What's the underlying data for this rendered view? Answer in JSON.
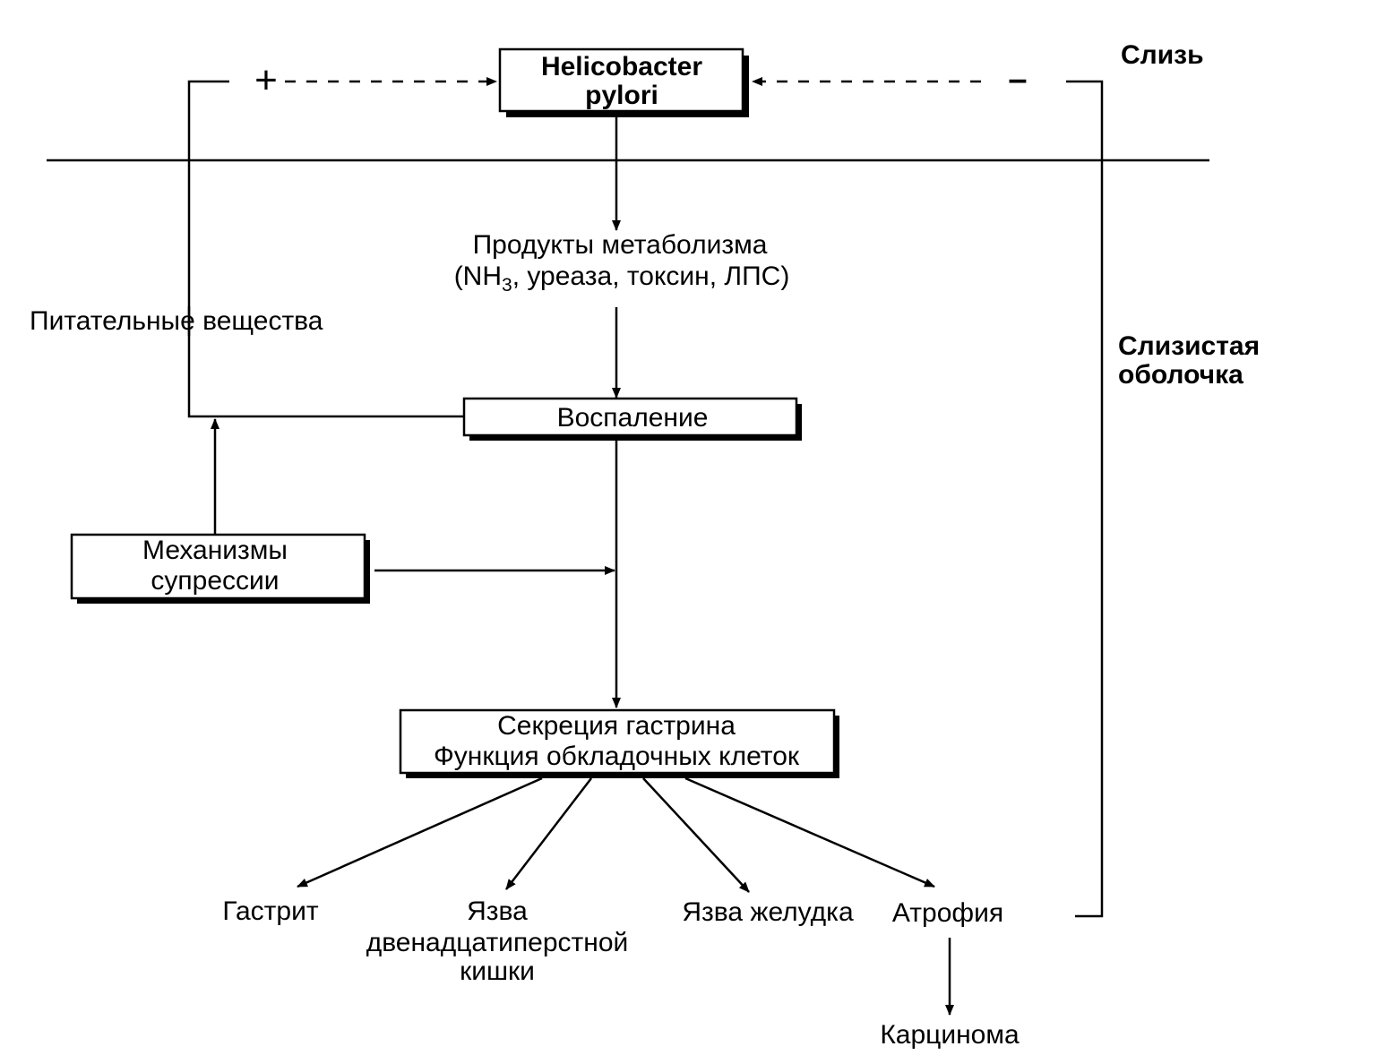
{
  "labels": {
    "mucus_layer": "Слизь",
    "mucosa_line1": "Слизистая",
    "mucosa_line2": "оболочка",
    "plus_sign": "+",
    "minus_sign": "–",
    "nutrients": "Питательные вещества"
  },
  "nodes": {
    "hp_line1": "Helicobacter",
    "hp_line2": "pylori",
    "metabolism_line1": "Продукты метаболизма",
    "metabolism_line2_pre": "(NH",
    "metabolism_line2_sub": "3",
    "metabolism_line2_post": ", уреаза, токсин, ЛПС)",
    "inflammation": "Воспаление",
    "suppression_line1": "Механизмы",
    "suppression_line2": "супрессии",
    "gastrin_line1": "Секреция гастрина",
    "gastrin_line2": "Функция обкладочных клеток",
    "gastritis": "Гастрит",
    "duodenal_line1": "Язва",
    "duodenal_line2": "двенадцатиперстной",
    "duodenal_line3": "кишки",
    "gastric_ulcer": "Язва желудка",
    "atrophy": "Атрофия",
    "carcinoma": "Карцинома"
  },
  "colors": {
    "ink": "#000000",
    "background": "#ffffff"
  }
}
